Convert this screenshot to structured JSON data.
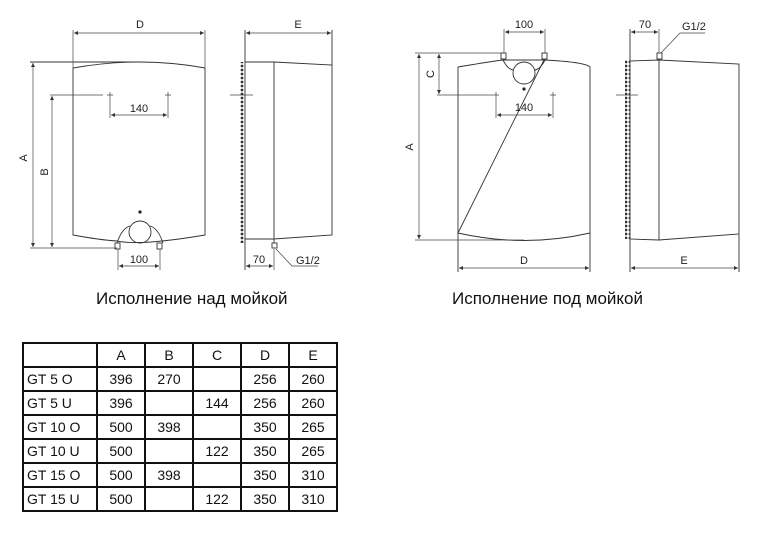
{
  "drawings": {
    "over_sink": {
      "caption": "Исполнение над мойкой",
      "labels": {
        "A": "A",
        "B": "B",
        "D": "D",
        "E": "E",
        "dim_140": "140",
        "dim_100": "100",
        "dim_70": "70",
        "thread": "G1/2"
      }
    },
    "under_sink": {
      "caption": "Исполнение под мойкой",
      "labels": {
        "A": "A",
        "C": "C",
        "D": "D",
        "E": "E",
        "dim_140": "140",
        "dim_100": "100",
        "dim_70": "70",
        "thread": "G1/2"
      }
    }
  },
  "table": {
    "headers": [
      "",
      "A",
      "B",
      "C",
      "D",
      "E"
    ],
    "rows": [
      [
        "GT 5 O",
        "396",
        "270",
        "",
        "256",
        "260"
      ],
      [
        "GT 5 U",
        "396",
        "",
        "144",
        "256",
        "260"
      ],
      [
        "GT 10 O",
        "500",
        "398",
        "",
        "350",
        "265"
      ],
      [
        "GT 10 U",
        "500",
        "",
        "122",
        "350",
        "265"
      ],
      [
        "GT 15 O",
        "500",
        "398",
        "",
        "350",
        "310"
      ],
      [
        "GT 15 U",
        "500",
        "",
        "122",
        "350",
        "310"
      ]
    ]
  }
}
